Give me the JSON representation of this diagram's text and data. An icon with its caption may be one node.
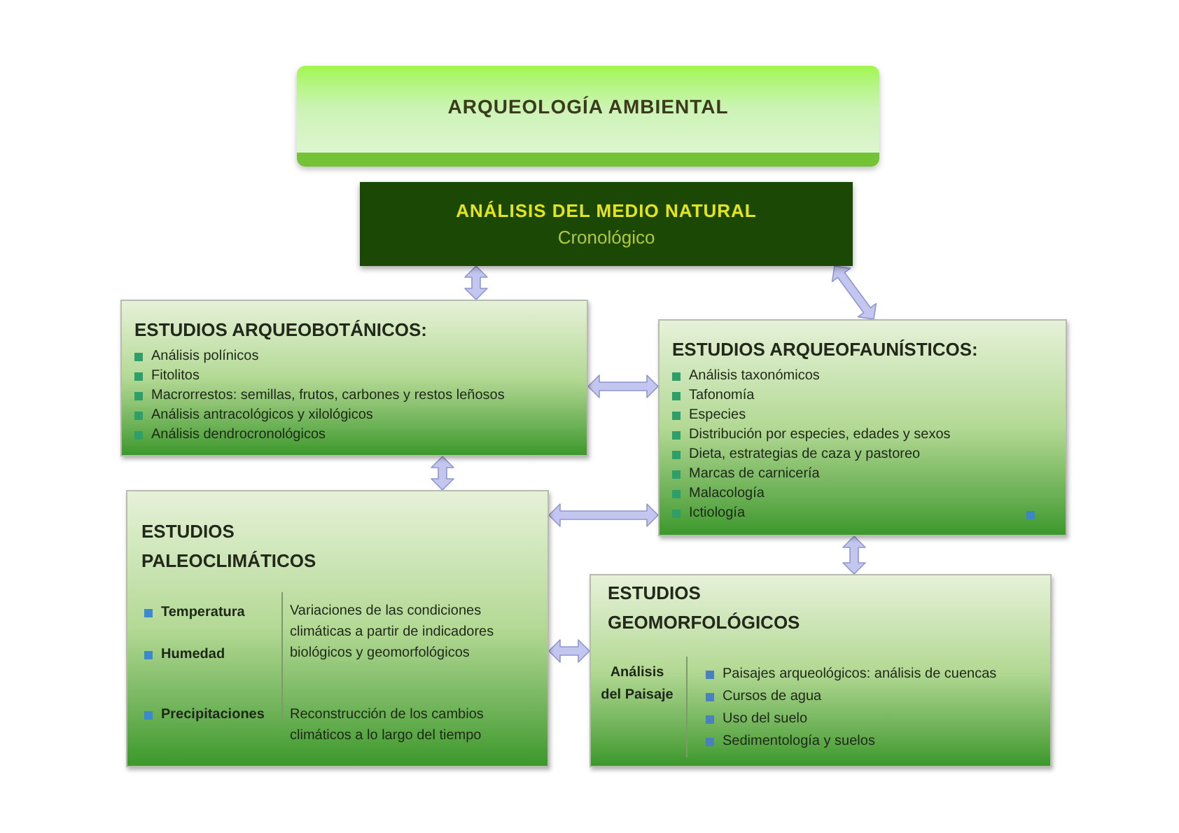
{
  "diagram": {
    "nodes": [
      {
        "text": [
          "ARQUEOLOGÍA AMBIENTAL"
        ]
      },
      {
        "text": [
          "ANÁLISIS DEL MEDIO NATURAL",
          "Cronológico"
        ]
      },
      {
        "text": [
          "ESTUDIOS ARQUEOBOTÁNICOS:",
          "Análisis polínicos",
          "Fitolitos",
          "Macrorrestos: semillas, frutos, carbones y restos leñosos",
          "Análisis antracológicos y xilológicos",
          "Análisis dendrocronológicos"
        ]
      },
      {
        "text": [
          "ESTUDIOS ARQUEOFAUNÍSTICOS:",
          "Análisis taxonómicos",
          "Tafonomía",
          "Especies",
          "Distribución por especies, edades y sexos",
          "Dieta, estrategias de caza y pastoreo",
          "Marcas de carnicería",
          "Malacología",
          "Ictiología"
        ]
      },
      {
        "text": [
          "ESTUDIOS PALEOCLIMÁTICOS",
          "Temperatura",
          "Humedad",
          "Variaciones de las condiciones climáticas a partir de indicadores biológicos y geomorfológicos",
          "Precipitaciones",
          "Reconstrucción de los cambios climáticos a lo largo del tiempo"
        ]
      },
      {
        "text": [
          "ESTUDIOS GEOMORFOLÓGICOS",
          "Análisis del Paisaje",
          "Paisajes arqueológicos: análisis de cuencas",
          "Cursos de agua",
          "Uso del suelo",
          "Sedimentología y suelos"
        ]
      }
    ],
    "edges": [
      {
        "from": 1,
        "to": 2,
        "arrow": "both"
      },
      {
        "from": 1,
        "to": 3,
        "arrow": "both"
      },
      {
        "from": 2,
        "to": 3,
        "arrow": "both"
      },
      {
        "from": 2,
        "to": 4,
        "arrow": "both"
      },
      {
        "from": 4,
        "to": 3,
        "arrow": "both"
      },
      {
        "from": 3,
        "to": 5,
        "arrow": "both"
      },
      {
        "from": 4,
        "to": 5,
        "arrow": "both"
      }
    ]
  }
}
